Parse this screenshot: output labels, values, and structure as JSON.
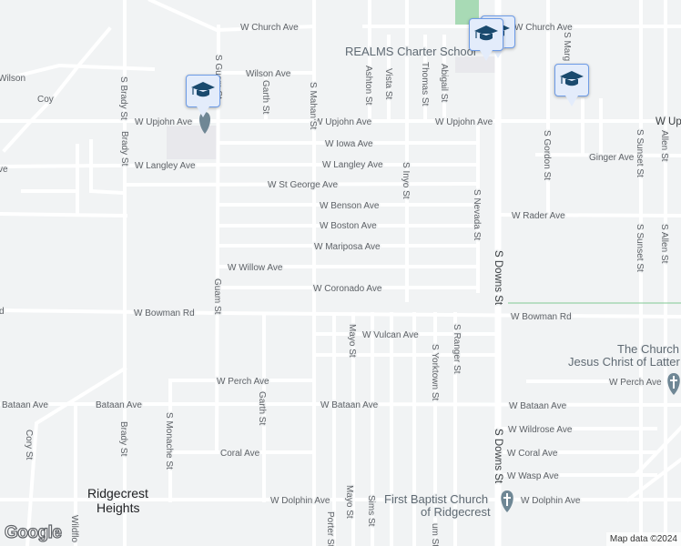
{
  "map": {
    "colors": {
      "background": "#f1f3f4",
      "road": "#ffffff",
      "park": "#a8dab5",
      "school_pin": "#1a4a6e",
      "pin_bg": "#e3ecfb",
      "church_pin": "#6f8795"
    },
    "streets_h": [
      "W Church Ave",
      "Wilson Ave",
      "Wilson",
      "Coy",
      "W Upjohn Ave",
      "W Upjohn Ave",
      "W Upjohn Ave",
      "W Up",
      "W Iowa Ave",
      "W Langley Ave",
      "W Langley Ave",
      "Ginger Ave",
      "W St George Ave",
      "W Benson Ave",
      "W Rader Ave",
      "W Boston Ave",
      "W Mariposa Ave",
      "W Willow Ave",
      "W Coronado Ave",
      "W Bowman Rd",
      "W Bowman Rd",
      "d",
      "W Vulcan Ave",
      "W Perch Ave",
      "W Perch Ave",
      "Bataan Ave",
      "Bataan Ave",
      "W Bataan Ave",
      "W Bataan Ave",
      "W Wildrose Ave",
      "Coral Ave",
      "W Coral Ave",
      "W Wasp Ave",
      "W Dolphin Ave",
      "W Dolphin Ave",
      "ve",
      "W Church Ave"
    ],
    "streets_v": [
      "S Brady St",
      "Brady St",
      "Brady St",
      "S Guam St",
      "Guam St",
      "Garth St",
      "Garth St",
      "S Mahan St",
      "Ashton St",
      "Vista St",
      "Thomas St",
      "Abigail St",
      "S Inyo St",
      "S Nevada St",
      "S Downs St",
      "S Downs St",
      "S Gordon St",
      "S Sunset St",
      "S Sunset St",
      "Allen St",
      "S Allen St",
      "S Marg",
      "Mayo St",
      "Mayo St",
      "Sims St",
      "S Yorktown St",
      "S Ranger St",
      "S Monache St",
      "Cory St",
      "Porter St",
      "Wildflo",
      "um St"
    ],
    "pois": {
      "school": "REALMS Charter School",
      "church1_line1": "The Church of",
      "church1_line2": "Jesus Christ of Latter",
      "church2_line1": "First Baptist Church",
      "church2_line2": "of Ridgecrest"
    },
    "place": {
      "line1": "Ridgecrest",
      "line2": "Heights"
    },
    "markers": [
      {
        "type": "school",
        "icon": "graduation-cap-icon"
      },
      {
        "type": "school",
        "icon": "graduation-cap-icon"
      },
      {
        "type": "school",
        "icon": "graduation-cap-icon"
      },
      {
        "type": "school",
        "icon": "graduation-cap-icon"
      }
    ],
    "logo": "Google",
    "attribution": "Map data ©2024"
  }
}
